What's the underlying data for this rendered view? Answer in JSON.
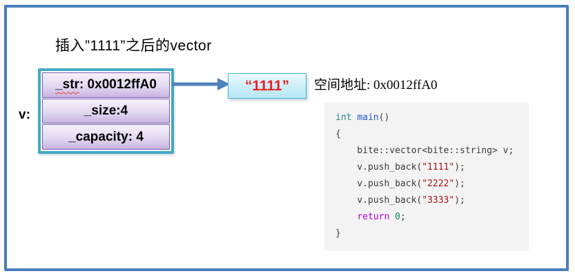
{
  "title": "插入”1111”之后的vector",
  "vector_box": {
    "label": "v:",
    "cells": [
      {
        "name": "_str",
        "value": ": 0x0012ffA0"
      },
      {
        "text": "_size:4"
      },
      {
        "text": "_capacity: 4"
      }
    ]
  },
  "heap_block": {
    "text": "“1111”"
  },
  "address_text": "空间地址: 0x0012ffA0",
  "code": {
    "lines": [
      [
        [
          "type",
          "int"
        ],
        [
          "plain",
          " "
        ],
        [
          "fn",
          "main"
        ],
        [
          "plain",
          "()"
        ]
      ],
      [
        [
          "plain",
          "{"
        ]
      ],
      [
        [
          "plain",
          "    bite::vector<bite::string> v;"
        ]
      ],
      [
        [
          "plain",
          "    v.push_back("
        ],
        [
          "str",
          "\"1111\""
        ],
        [
          "plain",
          ");"
        ]
      ],
      [
        [
          "plain",
          "    v.push_back("
        ],
        [
          "str",
          "\"2222\""
        ],
        [
          "plain",
          ");"
        ]
      ],
      [
        [
          "plain",
          "    v.push_back("
        ],
        [
          "str",
          "\"3333\""
        ],
        [
          "plain",
          ");"
        ]
      ],
      [
        [
          "plain",
          "    "
        ],
        [
          "kw",
          "return"
        ],
        [
          "plain",
          " "
        ],
        [
          "num",
          "0"
        ],
        [
          "plain",
          ";"
        ]
      ],
      [
        [
          "plain",
          "}"
        ]
      ]
    ]
  },
  "colors": {
    "frame_border": "#4a7ebb",
    "vector_box_border": "#44a8c6",
    "cell_border": "#7c5cad",
    "cell_fill_top": "#f6f2fb",
    "cell_fill_bottom": "#c9b3e0",
    "heap_box_border": "#49b0cf",
    "heap_fill_top": "#eaf9fd",
    "heap_fill_bottom": "#b7e7f4",
    "heap_text": "#ee1c25",
    "squiggle": "#f23a3a",
    "arrow": "#4f81bd",
    "code_background": "#f3f3f3",
    "token_type": "#267f99",
    "token_function": "#2458c5",
    "token_plain": "#3b3b3b",
    "token_string": "#a31515",
    "token_keyword": "#af00db",
    "token_number": "#098658"
  }
}
